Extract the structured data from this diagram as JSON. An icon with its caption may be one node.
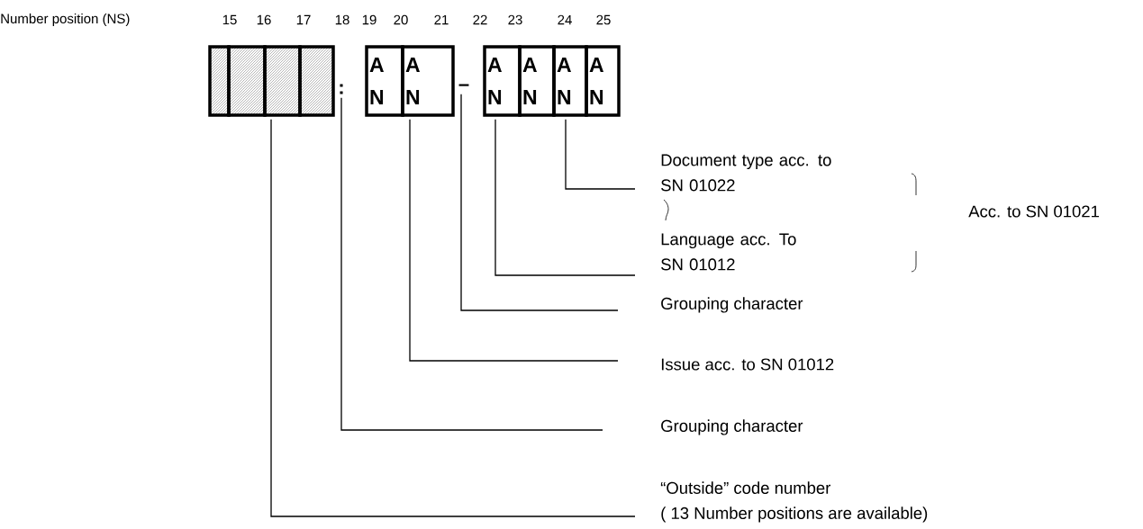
{
  "diagram": {
    "nodes": [
      {
        "text": [],
        "shape": "box"
      },
      {
        "text": [],
        "shape": "box"
      },
      {
        "text": [],
        "shape": "box"
      },
      {
        "text": [],
        "shape": "box"
      },
      {
        "text": [
          ":"
        ]
      },
      {
        "text": [
          "A",
          "N"
        ]
      },
      {
        "text": [
          "A",
          "N"
        ]
      },
      {
        "text": [
          "–"
        ]
      },
      {
        "text": [
          "A",
          "N"
        ]
      },
      {
        "text": [
          "A",
          "N"
        ]
      },
      {
        "text": [
          "A",
          "N"
        ]
      },
      {
        "text": [
          "A",
          "N"
        ]
      },
      {
        "text": [
          "Document type acc. to SN 01022"
        ]
      },
      {
        "text": [
          "Language acc. To SN 01012"
        ]
      },
      {
        "text": [
          "Grouping character"
        ]
      },
      {
        "text": [
          "Issue acc. to SN 01012"
        ]
      },
      {
        "text": [
          "Grouping character"
        ]
      },
      {
        "text": [
          "“Outside” code number",
          "( 13 Number positions are available)"
        ]
      }
    ],
    "edges": [
      {
        "from": 10,
        "to": 12,
        "arrow": "none"
      },
      {
        "from": 8,
        "to": 13,
        "arrow": "none"
      },
      {
        "from": 7,
        "to": 14,
        "arrow": "none"
      },
      {
        "from": 6,
        "to": 15,
        "arrow": "none"
      },
      {
        "from": 4,
        "to": 16,
        "arrow": "none"
      },
      {
        "from": 2,
        "to": 17,
        "arrow": "none"
      }
    ],
    "labels": [
      "Number position (NS)",
      "15",
      "16",
      "17",
      "18",
      "19",
      "20",
      "21",
      "22",
      "23",
      "24",
      "25",
      "Acc. to SN 01021"
    ]
  }
}
